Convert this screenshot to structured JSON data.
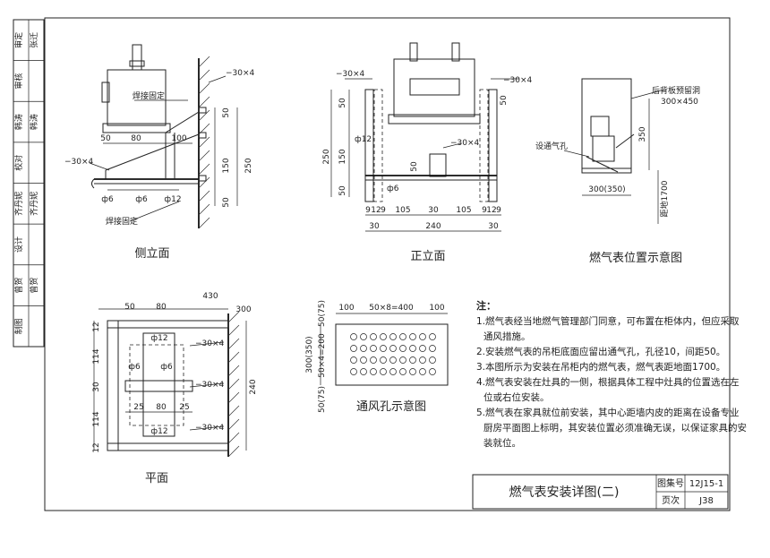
{
  "sidebar": {
    "cells": [
      {
        "role": "审定",
        "sign": "张迁"
      },
      {
        "role": "审核",
        "sign": ""
      },
      {
        "role": "韩涛",
        "sign": "韩涛"
      },
      {
        "role": "校对",
        "sign": ""
      },
      {
        "role": "齐丹妮",
        "sign": "齐丹妮"
      },
      {
        "role": "设计",
        "sign": ""
      },
      {
        "role": "曾贺",
        "sign": "曾贺"
      },
      {
        "role": "制图",
        "sign": ""
      }
    ]
  },
  "views": {
    "side_elevation": {
      "caption": "侧立面",
      "labels": [
        "焊接固定",
        "焊接固定",
        "−30×4",
        "−30×4"
      ],
      "dims": [
        "50",
        "80",
        "100",
        "50",
        "150",
        "250",
        "50",
        "ф6",
        "ф6",
        "ф12"
      ]
    },
    "front_elevation": {
      "caption": "正立面",
      "labels": [
        "−30×4",
        "−30×4",
        "−30×4"
      ],
      "dims": [
        "50",
        "250",
        "150",
        "50",
        "ф12",
        "ф6",
        "50",
        "50",
        "9",
        "12",
        "9",
        "105",
        "30",
        "105",
        "9",
        "12",
        "9",
        "30",
        "240",
        "30"
      ]
    },
    "position_diagram": {
      "caption": "燃气表位置示意图",
      "labels": [
        "后背板预留洞",
        "300×450",
        "设通气孔"
      ],
      "dims": [
        "350",
        "300(350)",
        "距地1700"
      ]
    },
    "plan": {
      "caption": "平面",
      "labels": [
        "−30×4",
        "−30×4",
        "−30×4"
      ],
      "dims": [
        "430",
        "50",
        "80",
        "300",
        "12",
        "114",
        "30",
        "114",
        "12",
        "240",
        "ф12",
        "ф6",
        "ф6",
        "25",
        "80",
        "25",
        "ф12"
      ]
    },
    "vent_diagram": {
      "caption": "通风孔示意图",
      "dims": [
        "100",
        "50×8=400",
        "100",
        "300(350)",
        "50(75)",
        "50×4=200",
        "50(75)"
      ]
    }
  },
  "notes": {
    "heading": "注：",
    "items": [
      "1.燃气表经当地燃气管理部门同意，可布置在柜体内，但应采取",
      "通风措施。",
      "2.安装燃气表的吊柜底面应留出通气孔，孔径10，间距50。",
      "3.本图所示为安装在吊柜内的燃气表，燃气表距地面1700。",
      "4.燃气表安装在灶具的一侧，根据具体工程中灶具的位置选在左",
      "位或右位安装。",
      "5.燃气表在家具就位前安装，其中心距墙内皮的距离在设备专业",
      "厨房平面图上标明，其安装位置必须准确无误，以保证家具的安",
      "装就位。"
    ]
  },
  "title_block": {
    "title": "燃气表安装详图(二)",
    "atlas_label": "图集号",
    "atlas_no": "12J15-1",
    "page_label": "页次",
    "page_no": "J38"
  }
}
